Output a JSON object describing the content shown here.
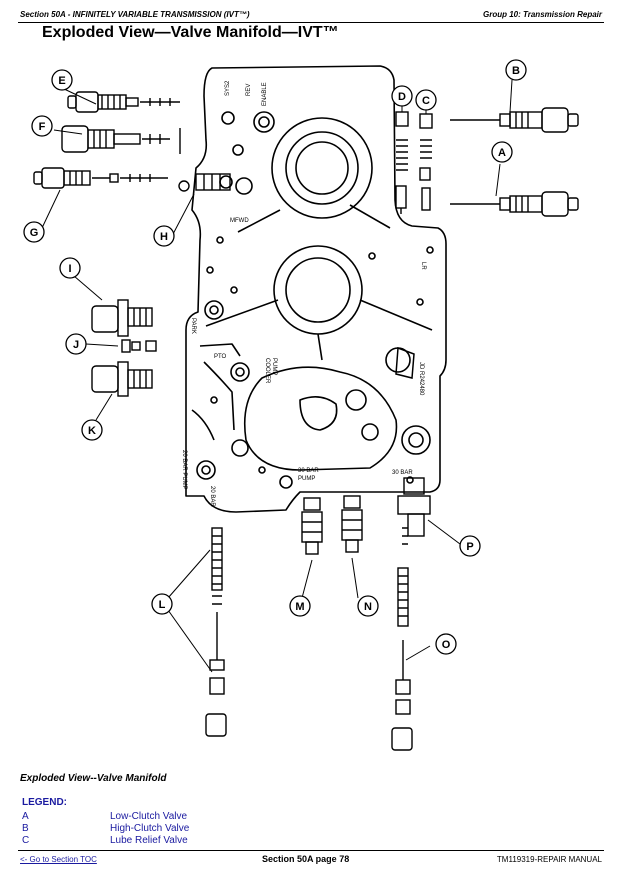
{
  "header": {
    "section": "Section 50A - INFINITELY VARIABLE TRANSMISSION (IVT™)",
    "group": "Group 10: Transmission Repair"
  },
  "title": "Exploded View—Valve Manifold—IVT™",
  "callouts": [
    "A",
    "B",
    "C",
    "D",
    "E",
    "F",
    "G",
    "H",
    "I",
    "J",
    "K",
    "L",
    "M",
    "N",
    "O",
    "P"
  ],
  "housing_labels": {
    "sys2": "SYS2",
    "rev": "REV",
    "enable": "ENABLE",
    "mfwd": "MFWD",
    "lr": "LR",
    "park": "PARK",
    "pto": "PTO",
    "cooler": "COOLER",
    "pump": "PUMP",
    "part_no": "JD R242480",
    "pump20": "20 BAR PUMP",
    "bar30_pump": "30 BAR",
    "pump_word": "PUMP",
    "bar30": "30 BAR",
    "bar20": "20 BAR"
  },
  "caption": "Exploded View--Valve Manifold",
  "legend": {
    "title": "LEGEND:",
    "items": [
      {
        "key": "A",
        "label": "Low-Clutch Valve"
      },
      {
        "key": "B",
        "label": "High-Clutch Valve"
      },
      {
        "key": "C",
        "label": "Lube Relief Valve"
      }
    ]
  },
  "footer": {
    "toc_link": "<- Go to Section TOC",
    "page": "Section 50A page 78",
    "manual": "TM119319-REPAIR MANUAL"
  },
  "colors": {
    "ink": "#000000",
    "legend": "#1a1aa0"
  }
}
